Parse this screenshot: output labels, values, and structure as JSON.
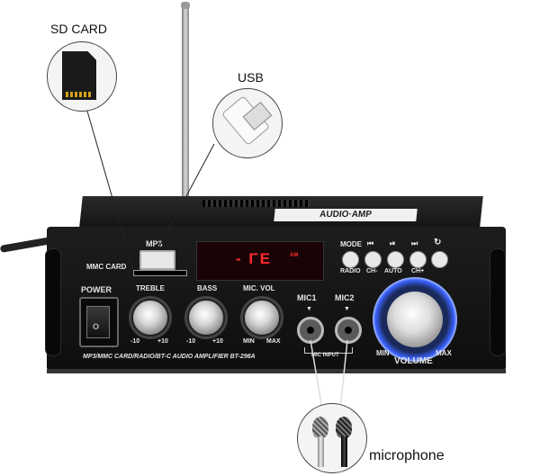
{
  "callouts": {
    "sd_card": "SD CARD",
    "usb": "USB",
    "microphone": "microphone"
  },
  "top_labels": {
    "brand_band": "AUDIO·AMP"
  },
  "front": {
    "mp3": "MP3",
    "mmc_card": "MMC CARD",
    "display_text": "- ΓE",
    "display_mode": "AM",
    "mode": "MODE",
    "radio": "RADIO",
    "ch_minus": "CH-",
    "auto": "AUTO",
    "ch_plus": "CH+",
    "prev_icon": "⏮",
    "playpause_icon": "⏯",
    "next_icon": "⏭",
    "repeat_icon": "↻",
    "power": "POWER",
    "treble": "TREBLE",
    "bass": "BASS",
    "mic_vol": "MIC. VOL",
    "minus10": "-10",
    "plus10": "+10",
    "min": "MIN",
    "max": "MAX",
    "mic1": "MIC1",
    "mic2": "MIC2",
    "mic_input": "MIC INPUT",
    "volume": "VOLUME",
    "footer": "MP3/MMC CARD/RADIO/BT-C AUDIO AMPLIFIER BT-298A"
  }
}
